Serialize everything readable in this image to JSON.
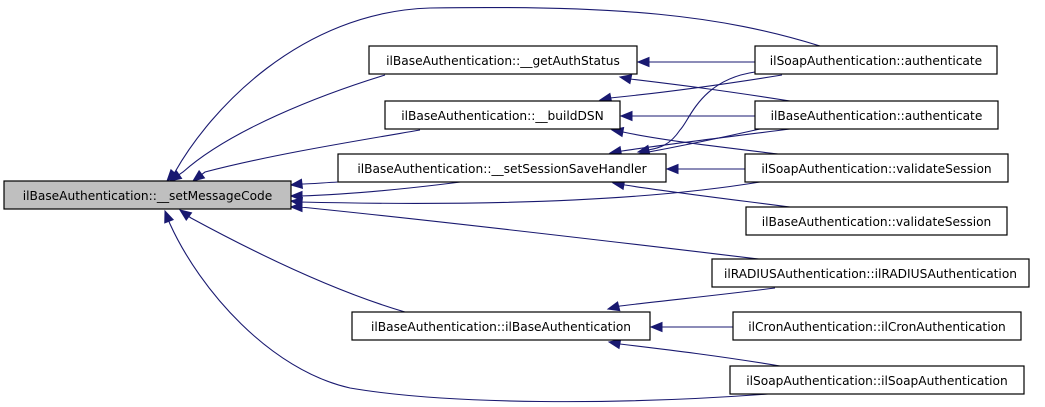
{
  "diagram": {
    "type": "caller-graph",
    "edge_color": "#191970",
    "focus_fill": "#bfbfbf",
    "node_fill": "#ffffff",
    "nodes": [
      {
        "id": "setMessageCode",
        "label": "ilBaseAuthentication::__setMessageCode",
        "focus": true
      },
      {
        "id": "getAuthStatus",
        "label": "ilBaseAuthentication::__getAuthStatus"
      },
      {
        "id": "buildDSN",
        "label": "ilBaseAuthentication::__buildDSN"
      },
      {
        "id": "setSessionSaveHandler",
        "label": "ilBaseAuthentication::__setSessionSaveHandler"
      },
      {
        "id": "baseCtor",
        "label": "ilBaseAuthentication::ilBaseAuthentication"
      },
      {
        "id": "soapAuthenticate",
        "label": "ilSoapAuthentication::authenticate"
      },
      {
        "id": "baseAuthenticate",
        "label": "ilBaseAuthentication::authenticate"
      },
      {
        "id": "soapValidateSession",
        "label": "ilSoapAuthentication::validateSession"
      },
      {
        "id": "baseValidateSession",
        "label": "ilBaseAuthentication::validateSession"
      },
      {
        "id": "radiusCtor",
        "label": "ilRADIUSAuthentication::ilRADIUSAuthentication"
      },
      {
        "id": "cronCtor",
        "label": "ilCronAuthentication::ilCronAuthentication"
      },
      {
        "id": "soapCtor",
        "label": "ilSoapAuthentication::ilSoapAuthentication"
      }
    ],
    "edges": [
      {
        "from": "getAuthStatus",
        "to": "setMessageCode"
      },
      {
        "from": "buildDSN",
        "to": "setMessageCode"
      },
      {
        "from": "setSessionSaveHandler",
        "to": "setMessageCode"
      },
      {
        "from": "baseCtor",
        "to": "setMessageCode"
      },
      {
        "from": "soapAuthenticate",
        "to": "setMessageCode"
      },
      {
        "from": "baseAuthenticate",
        "to": "setMessageCode"
      },
      {
        "from": "soapValidateSession",
        "to": "setMessageCode"
      },
      {
        "from": "radiusCtor",
        "to": "setMessageCode"
      },
      {
        "from": "soapCtor",
        "to": "setMessageCode"
      },
      {
        "from": "soapAuthenticate",
        "to": "getAuthStatus"
      },
      {
        "from": "baseAuthenticate",
        "to": "getAuthStatus"
      },
      {
        "from": "soapAuthenticate",
        "to": "buildDSN"
      },
      {
        "from": "baseAuthenticate",
        "to": "buildDSN"
      },
      {
        "from": "soapValidateSession",
        "to": "buildDSN"
      },
      {
        "from": "soapAuthenticate",
        "to": "setSessionSaveHandler"
      },
      {
        "from": "baseAuthenticate",
        "to": "setSessionSaveHandler"
      },
      {
        "from": "soapValidateSession",
        "to": "setSessionSaveHandler"
      },
      {
        "from": "baseValidateSession",
        "to": "setSessionSaveHandler"
      },
      {
        "from": "radiusCtor",
        "to": "baseCtor"
      },
      {
        "from": "cronCtor",
        "to": "baseCtor"
      },
      {
        "from": "soapCtor",
        "to": "baseCtor"
      }
    ]
  }
}
